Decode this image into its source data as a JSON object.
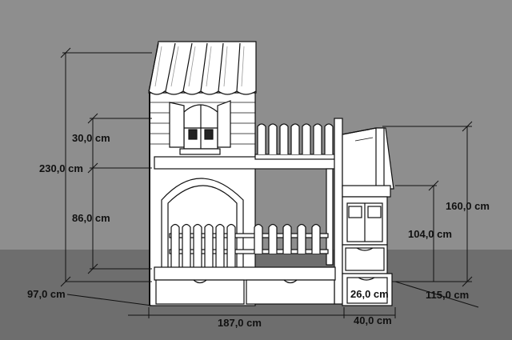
{
  "colors": {
    "wall": "#8e8e8e",
    "floor": "#6e6e6e",
    "furniture": "#ffffff",
    "stroke": "#111111"
  },
  "dimensions": {
    "h_total": "230,0 cm",
    "h_roof": "30,0 cm",
    "h_lower": "86,0 cm",
    "depth": "97,0 cm",
    "width": "187,0 cm",
    "stairs_h": "160,0 cm",
    "stairs_mid": "104,0 cm",
    "stairs_len": "115,0 cm",
    "stairs_w": "40,0 cm",
    "step": "26,0 cm"
  }
}
